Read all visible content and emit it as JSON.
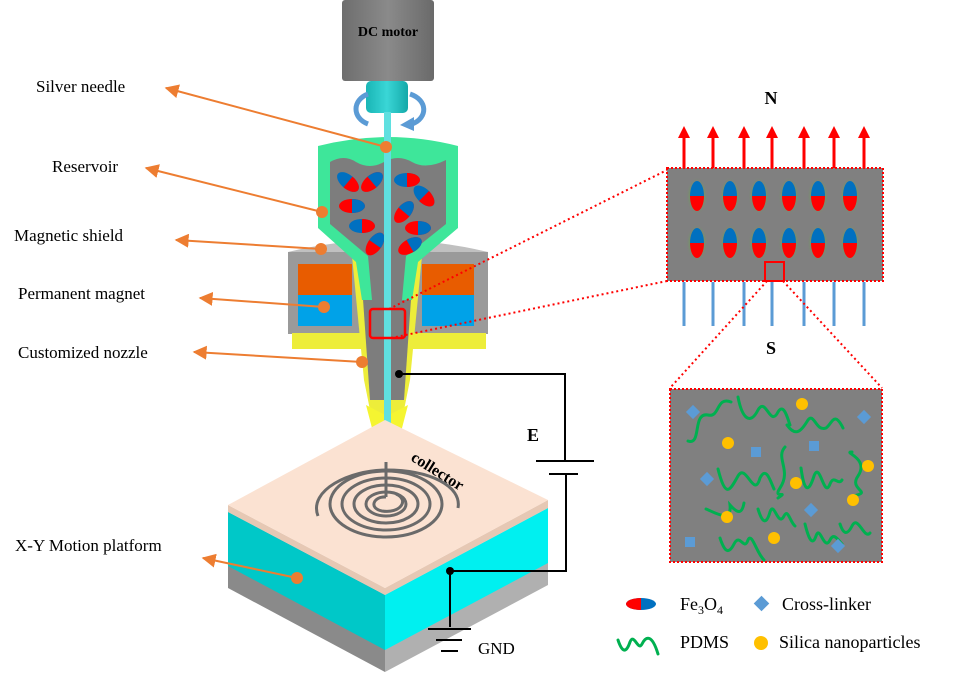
{
  "diagram": {
    "title": "Magnetic-field-assisted near-field electrospinning setup",
    "motor_label": "DC motor",
    "callouts": [
      {
        "id": "silver-needle",
        "label": "Silver needle"
      },
      {
        "id": "reservoir",
        "label": "Reservoir"
      },
      {
        "id": "magnetic-shield",
        "label": "Magnetic shield"
      },
      {
        "id": "permanent-magnet",
        "label": "Permanent magnet"
      },
      {
        "id": "customized-nozzle",
        "label": "Customized nozzle"
      },
      {
        "id": "xy-motion-platform",
        "label": "X-Y Motion platform"
      }
    ],
    "collector_label": "collector",
    "circuit": {
      "voltage_label": "E",
      "ground_label": "GND"
    },
    "field": {
      "north_label": "N",
      "south_label": "S"
    },
    "legend": [
      {
        "id": "fe3o4",
        "label_main": "Fe",
        "sub1": "3",
        "label_mid": "O",
        "sub2": "4",
        "icon": "red-blue-ellipse"
      },
      {
        "id": "cross-linker",
        "label": "Cross-linker",
        "icon": "blue-diamond"
      },
      {
        "id": "pdms",
        "label": "PDMS",
        "icon": "green-wave"
      },
      {
        "id": "silica",
        "label": "Silica nanoparticles",
        "icon": "yellow-circle"
      }
    ],
    "colors": {
      "callout_orange": "#ed7d31",
      "reservoir_green": "#3ee69a",
      "needle_cyan": "#5fe0e0",
      "magnet_orange": "#e85c00",
      "magnet_blue": "#00a2e8",
      "nozzle_yellow": "#eded3a",
      "particle_red": "#ff0000",
      "particle_blue": "#0070c0",
      "pdms_green": "#00b050",
      "crosslinker_blue": "#5b9bd5",
      "silica_yellow": "#ffc000",
      "matrix_gray": "#808080",
      "collector_peach": "#fbe2d2",
      "platform_cyan": "#00e5e5"
    }
  }
}
